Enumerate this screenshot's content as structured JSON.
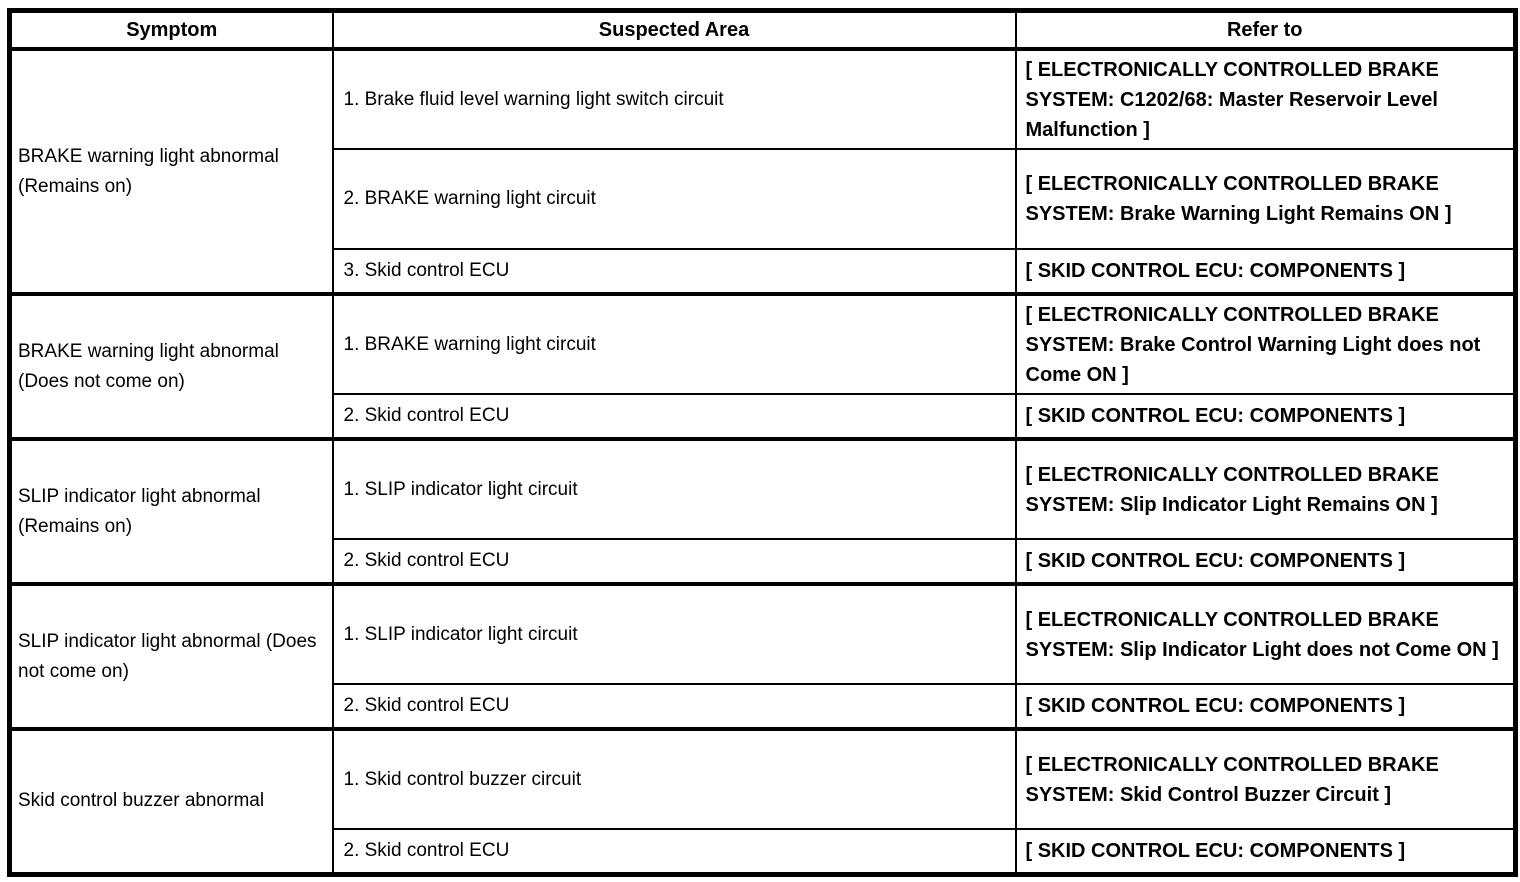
{
  "table": {
    "headers": [
      "Symptom",
      "Suspected Area",
      "Refer to"
    ],
    "groups": [
      {
        "symptom": "BRAKE warning light abnormal (Remains on)",
        "rows": [
          {
            "area": "1. Brake fluid level warning light switch circuit",
            "refer": "[ ELECTRONICALLY CONTROLLED BRAKE SYSTEM: C1202/68: Master Reservoir Level Malfunction ]",
            "tall": true
          },
          {
            "area": "2. BRAKE warning light circuit",
            "refer": "[ ELECTRONICALLY CONTROLLED BRAKE SYSTEM: Brake Warning Light Remains ON ]",
            "tall": true
          },
          {
            "area": "3. Skid control ECU",
            "refer": "[ SKID CONTROL ECU: COMPONENTS ]",
            "tall": false
          }
        ]
      },
      {
        "symptom": "BRAKE warning light abnormal (Does not come on)",
        "rows": [
          {
            "area": "1. BRAKE warning light circuit",
            "refer": "[ ELECTRONICALLY CONTROLLED BRAKE SYSTEM: Brake Control Warning Light does not Come ON ]",
            "tall": true
          },
          {
            "area": "2. Skid control ECU",
            "refer": "[ SKID CONTROL ECU: COMPONENTS ]",
            "tall": false
          }
        ]
      },
      {
        "symptom": "SLIP indicator light abnormal (Remains on)",
        "rows": [
          {
            "area": "1. SLIP indicator light circuit",
            "refer": "[ ELECTRONICALLY CONTROLLED BRAKE SYSTEM: Slip Indicator Light Remains ON ]",
            "tall": true
          },
          {
            "area": "2. Skid control ECU",
            "refer": "[ SKID CONTROL ECU: COMPONENTS ]",
            "tall": false
          }
        ]
      },
      {
        "symptom": "SLIP indicator light abnormal (Does not come on)",
        "rows": [
          {
            "area": "1. SLIP indicator light circuit",
            "refer": "[ ELECTRONICALLY CONTROLLED BRAKE SYSTEM: Slip Indicator Light does not Come ON ]",
            "tall": true
          },
          {
            "area": "2. Skid control ECU",
            "refer": "[ SKID CONTROL ECU: COMPONENTS ]",
            "tall": false
          }
        ]
      },
      {
        "symptom": "Skid control buzzer abnormal",
        "rows": [
          {
            "area": "1. Skid control buzzer circuit",
            "refer": "[ ELECTRONICALLY CONTROLLED BRAKE SYSTEM: Skid Control Buzzer Circuit ]",
            "tall": true
          },
          {
            "area": "2. Skid control ECU",
            "refer": "[ SKID CONTROL ECU: COMPONENTS ]",
            "tall": false
          }
        ]
      }
    ]
  }
}
